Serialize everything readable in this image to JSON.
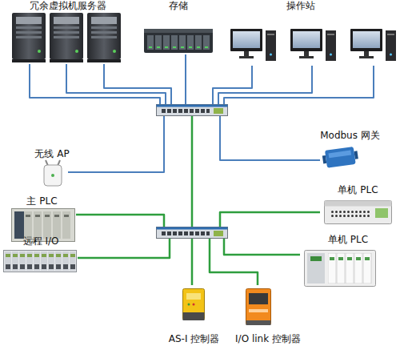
{
  "diagram": {
    "nodes": [
      {
        "text": [
          "冗余虚拟机服务器"
        ]
      },
      {
        "text": [
          "存储"
        ]
      },
      {
        "text": [
          "操作站"
        ]
      },
      {
        "text": []
      },
      {
        "text": [
          "无线 AP"
        ]
      },
      {
        "text": [
          "Modbus 网关"
        ]
      },
      {
        "text": [
          "主 PLC"
        ]
      },
      {
        "text": [
          "单机 PLC"
        ]
      },
      {
        "text": []
      },
      {
        "text": [
          "远程 I/O"
        ]
      },
      {
        "text": [
          "单机 PLC"
        ]
      },
      {
        "text": [
          "AS-I 控制器"
        ]
      },
      {
        "text": [
          "I/O link 控制器"
        ]
      }
    ],
    "edges": [
      {
        "from": 0,
        "to": 3,
        "arrow": "none"
      },
      {
        "from": 0,
        "to": 3,
        "arrow": "none"
      },
      {
        "from": 0,
        "to": 3,
        "arrow": "none"
      },
      {
        "from": 1,
        "to": 3,
        "arrow": "none"
      },
      {
        "from": 2,
        "to": 3,
        "arrow": "none"
      },
      {
        "from": 2,
        "to": 3,
        "arrow": "none"
      },
      {
        "from": 2,
        "to": 3,
        "arrow": "none"
      },
      {
        "from": 4,
        "to": 3,
        "arrow": "none"
      },
      {
        "from": 5,
        "to": 3,
        "arrow": "none"
      },
      {
        "from": 3,
        "to": 8,
        "arrow": "none"
      },
      {
        "from": 6,
        "to": 8,
        "arrow": "none"
      },
      {
        "from": 9,
        "to": 8,
        "arrow": "none"
      },
      {
        "from": 7,
        "to": 8,
        "arrow": "none"
      },
      {
        "from": 10,
        "to": 8,
        "arrow": "none"
      },
      {
        "from": 11,
        "to": 8,
        "arrow": "none"
      },
      {
        "from": 12,
        "to": 8,
        "arrow": "none"
      }
    ]
  }
}
